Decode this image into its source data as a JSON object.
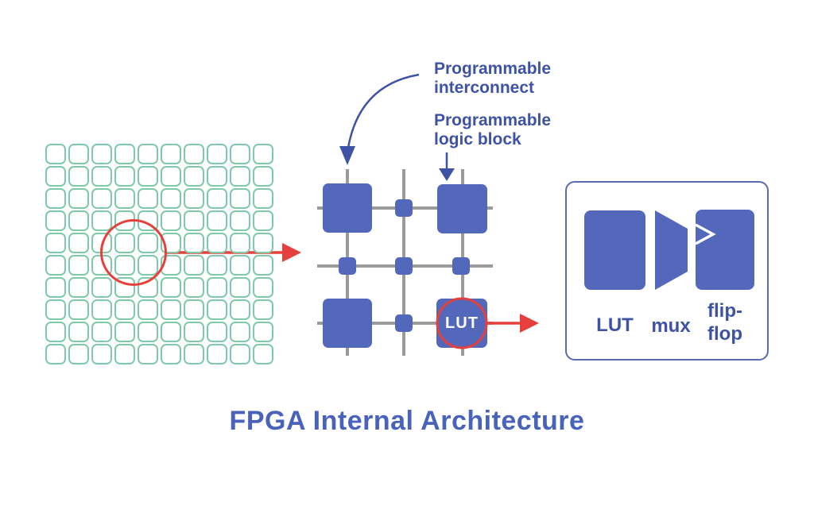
{
  "title": "FPGA Internal Architecture",
  "fpga_grid": {
    "rows": 10,
    "cols": 10
  },
  "annotations": {
    "interconnect": "Programmable interconnect",
    "logic_block": "Programmable logic block"
  },
  "crossbar": {
    "lut_label": "LUT"
  },
  "panel": {
    "lut_label": "LUT",
    "mux_label": "mux",
    "flipflop_label": "flip-flop"
  },
  "colors": {
    "block_blue": "#5368ba",
    "text_blue": "#3e53a4",
    "title_blue": "#4a63ba",
    "cell_green": "#7fcaab",
    "wire_gray": "#9b9b9b",
    "highlight_red": "#e5403c"
  }
}
